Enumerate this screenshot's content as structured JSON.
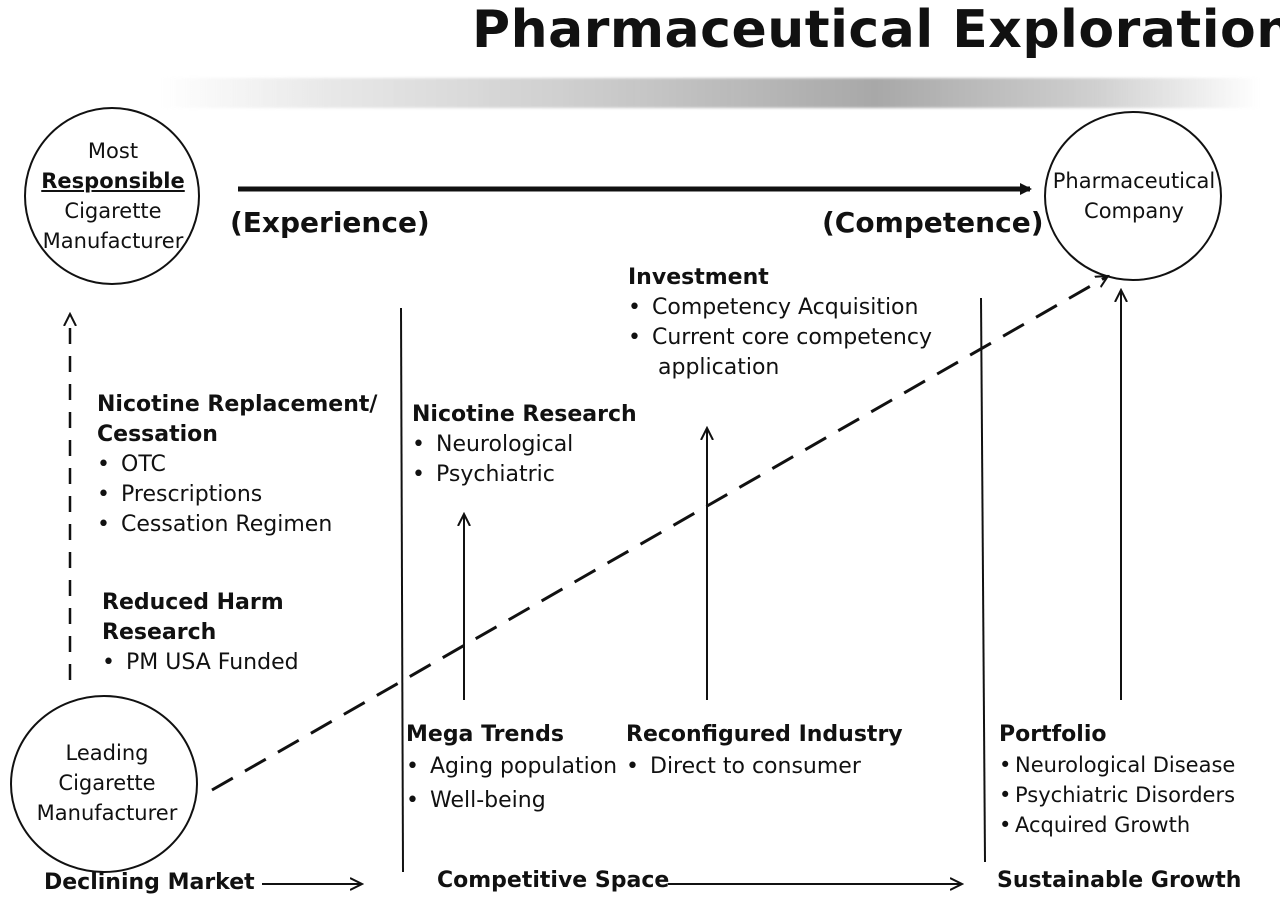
{
  "title": "Pharmaceutical Exploration",
  "left_top_circle": {
    "line1": "Most",
    "line2": "Responsible",
    "line3": "Cigarette",
    "line4": "Manufacturer"
  },
  "right_circle": {
    "line1": "Pharmaceutical",
    "line2": "Company"
  },
  "left_bottom_circle": {
    "line1": "Leading",
    "line2": "Cigarette",
    "line3": "Manufacturer"
  },
  "axis_labels": {
    "experience": "(Experience)",
    "competence": "(Competence)"
  },
  "nicotine_replacement": {
    "heading_line1": "Nicotine Replacement/",
    "heading_line2": "Cessation",
    "items": [
      "OTC",
      "Prescriptions",
      "Cessation Regimen"
    ]
  },
  "reduced_harm": {
    "heading_line1": "Reduced Harm",
    "heading_line2": "Research",
    "items": [
      "PM USA Funded"
    ]
  },
  "nicotine_research": {
    "heading": "Nicotine Research",
    "items": [
      "Neurological",
      "Psychiatric"
    ]
  },
  "investment": {
    "heading": "Investment",
    "items": [
      "Competency Acquisition",
      "Current core competency"
    ],
    "continuation": "application"
  },
  "mega_trends": {
    "heading": "Mega Trends",
    "items": [
      "Aging population",
      "Well-being"
    ]
  },
  "reconfigured_industry": {
    "heading": "Reconfigured Industry",
    "items": [
      "Direct to consumer"
    ]
  },
  "portfolio": {
    "heading": "Portfolio",
    "items": [
      "Neurological Disease",
      "Psychiatric Disorders",
      "Acquired Growth"
    ]
  },
  "footer": {
    "declining_market": "Declining Market",
    "competitive_space": "Competitive Space",
    "sustainable_growth": "Sustainable Growth"
  }
}
